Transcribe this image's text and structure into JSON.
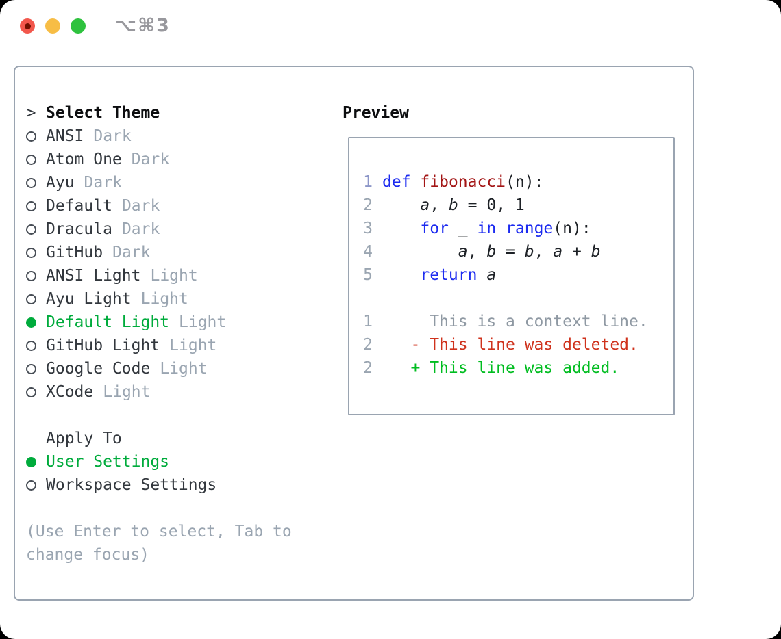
{
  "titlebar": {
    "title": "⌥⌘3"
  },
  "theme_panel": {
    "prompt": ">",
    "title": "Select Theme",
    "items": [
      {
        "name": "ANSI",
        "tag": "Dark",
        "selected": false
      },
      {
        "name": "Atom One",
        "tag": "Dark",
        "selected": false
      },
      {
        "name": "Ayu",
        "tag": "Dark",
        "selected": false
      },
      {
        "name": "Default",
        "tag": "Dark",
        "selected": false
      },
      {
        "name": "Dracula",
        "tag": "Dark",
        "selected": false
      },
      {
        "name": "GitHub",
        "tag": "Dark",
        "selected": false
      },
      {
        "name": "ANSI Light",
        "tag": "Light",
        "selected": false
      },
      {
        "name": "Ayu Light",
        "tag": "Light",
        "selected": false
      },
      {
        "name": "Default Light",
        "tag": "Light",
        "selected": true
      },
      {
        "name": "GitHub Light",
        "tag": "Light",
        "selected": false
      },
      {
        "name": "Google Code",
        "tag": "Light",
        "selected": false
      },
      {
        "name": "XCode",
        "tag": "Light",
        "selected": false
      }
    ],
    "apply_to": {
      "title": "Apply To",
      "options": [
        {
          "name": "User Settings",
          "selected": true
        },
        {
          "name": "Workspace Settings",
          "selected": false
        }
      ]
    },
    "hint_line1": "(Use Enter to select, Tab to",
    "hint_line2": "change focus)"
  },
  "preview": {
    "title": "Preview",
    "code_lines": [
      {
        "num": "1",
        "num_accent": true,
        "segments": [
          {
            "t": "def",
            "c": "kw"
          },
          {
            "t": " "
          },
          {
            "t": "fibonacci",
            "c": "fn"
          },
          {
            "t": "(n):"
          }
        ]
      },
      {
        "num": "2",
        "num_accent": false,
        "segments": [
          {
            "t": "    "
          },
          {
            "t": "a",
            "c": "var"
          },
          {
            "t": ", "
          },
          {
            "t": "b",
            "c": "var"
          },
          {
            "t": " = 0, 1"
          }
        ]
      },
      {
        "num": "3",
        "num_accent": false,
        "segments": [
          {
            "t": "    "
          },
          {
            "t": "for",
            "c": "kw"
          },
          {
            "t": " _ "
          },
          {
            "t": "in",
            "c": "kw"
          },
          {
            "t": " "
          },
          {
            "t": "range",
            "c": "kw"
          },
          {
            "t": "(n):"
          }
        ]
      },
      {
        "num": "4",
        "num_accent": false,
        "segments": [
          {
            "t": "        "
          },
          {
            "t": "a",
            "c": "var"
          },
          {
            "t": ", "
          },
          {
            "t": "b",
            "c": "var"
          },
          {
            "t": " = "
          },
          {
            "t": "b",
            "c": "var"
          },
          {
            "t": ", "
          },
          {
            "t": "a",
            "c": "var"
          },
          {
            "t": " + "
          },
          {
            "t": "b",
            "c": "var"
          }
        ]
      },
      {
        "num": "5",
        "num_accent": false,
        "segments": [
          {
            "t": "    "
          },
          {
            "t": "return",
            "c": "kw"
          },
          {
            "t": " "
          },
          {
            "t": "a",
            "c": "var"
          }
        ]
      }
    ],
    "diff_lines": [
      {
        "num": "1",
        "kind": "context",
        "text": "     This is a context line."
      },
      {
        "num": "2",
        "kind": "deleted",
        "text": "   - This line was deleted."
      },
      {
        "num": "2",
        "kind": "added",
        "text": "   + This line was added."
      }
    ]
  },
  "colors": {
    "accent_green": "#00ab3c",
    "added_green": "#00bd20",
    "deleted_red": "#cf321c",
    "keyword_blue": "#1c2bf0",
    "function_red": "#a31515",
    "code_text": "#1d2126",
    "item_text": "#32373d",
    "heading_text": "#0c0d0f",
    "muted_gray": "#9aa5b1",
    "context_gray": "#8f99a3",
    "border_gray": "#9aa4b1",
    "line1_number_blue": "#8c96c8",
    "traffic_red": "#f2574c",
    "traffic_red_dot": "#701000",
    "traffic_yellow": "#f7bd45",
    "traffic_green": "#2ec23e",
    "title_gray": "#98989d",
    "window_bg": "#ffffff",
    "page_bg": "#000000"
  }
}
